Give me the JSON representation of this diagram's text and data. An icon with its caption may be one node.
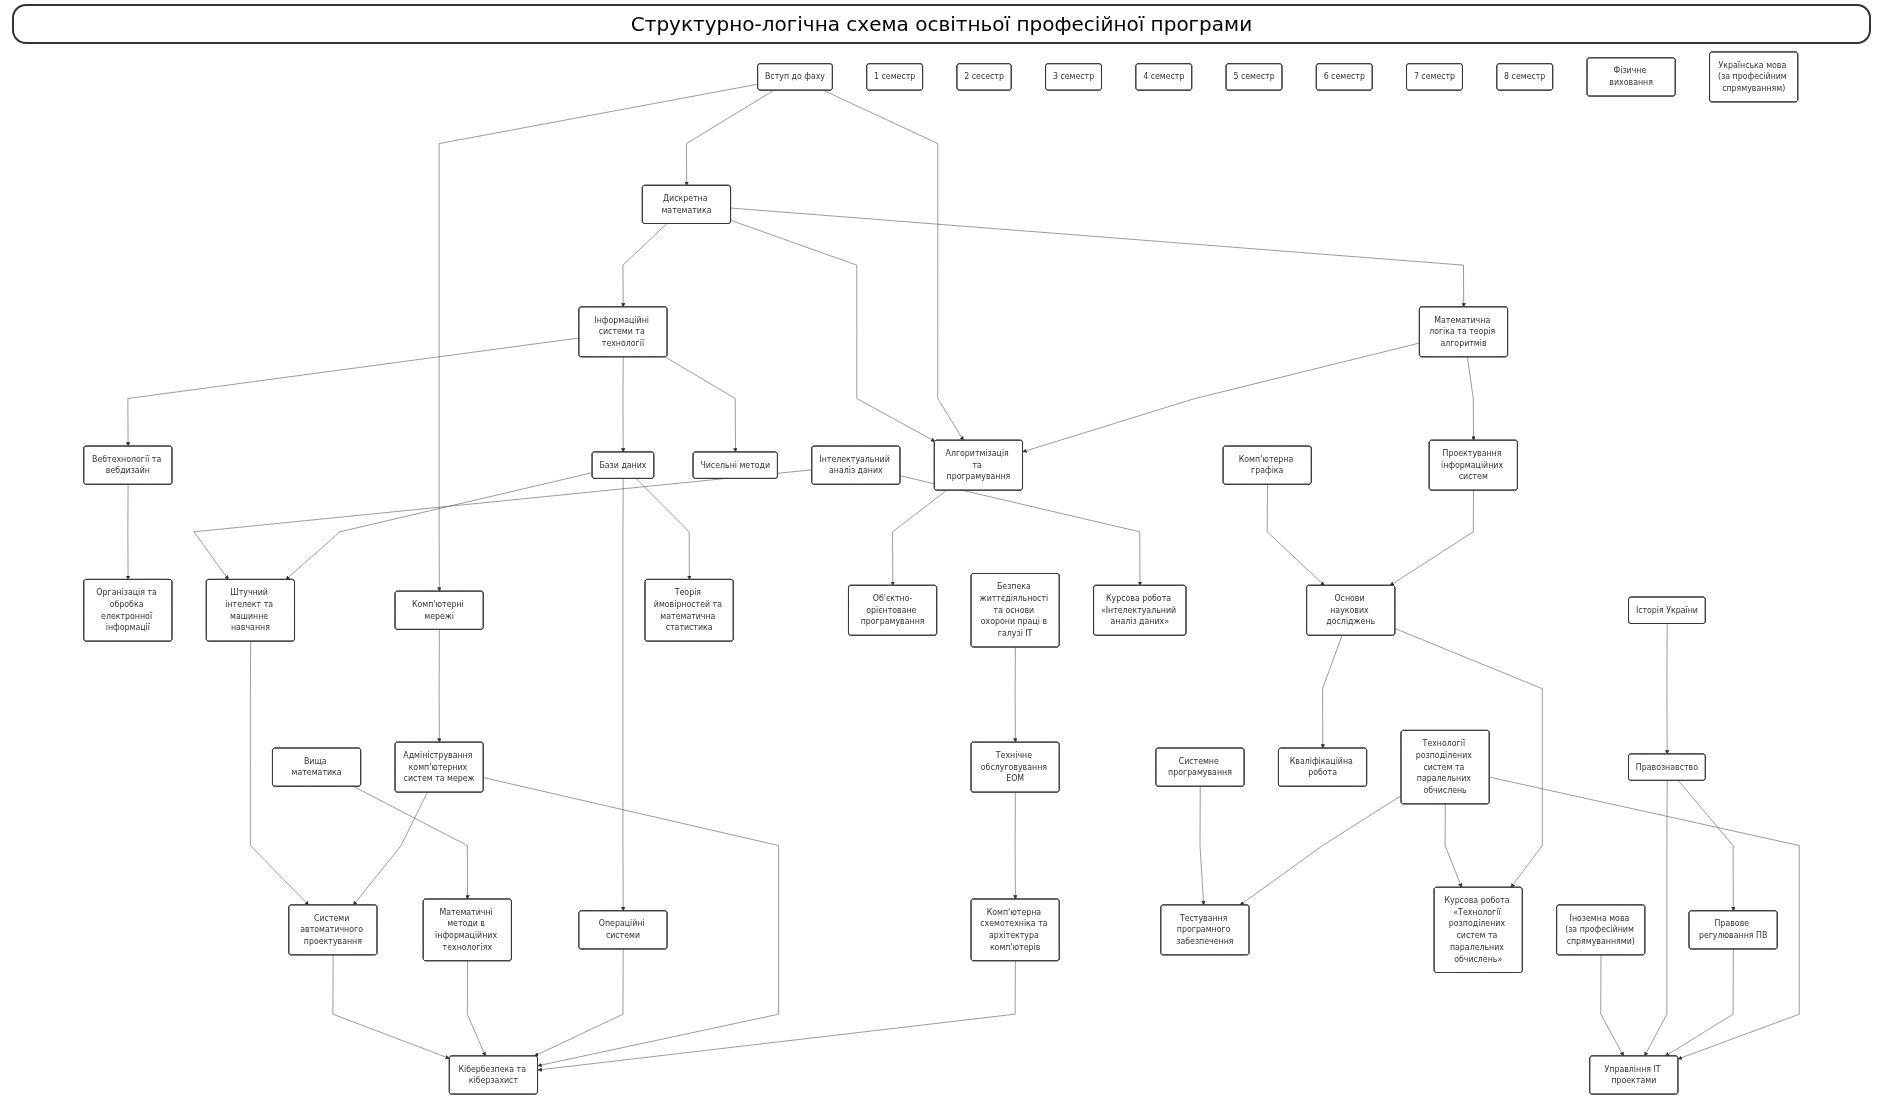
{
  "diagram": {
    "title": "Структурно-логічна схема освітньої професійної програми",
    "nodes": [
      {
        "text": [
          "1 семестр"
        ]
      },
      {
        "text": [
          "2 сесестр"
        ]
      },
      {
        "text": [
          "3 семестр"
        ]
      },
      {
        "text": [
          "4 семестр"
        ]
      },
      {
        "text": [
          "5 семестр"
        ]
      },
      {
        "text": [
          "6 семестр"
        ]
      },
      {
        "text": [
          "7 семестр"
        ]
      },
      {
        "text": [
          "8 семестр"
        ]
      },
      {
        "text": [
          "Іноземна мова (за професійним спрямуваннями)"
        ]
      },
      {
        "text": [
          "Вища математика"
        ]
      },
      {
        "text": [
          "Фізичне виховання"
        ]
      },
      {
        "text": [
          "Вебтехнології та вебдизайн"
        ]
      },
      {
        "text": [
          "Організація та обробка електронної інформації"
        ]
      },
      {
        "text": [
          "Математичні методи в інформаційних технологіях"
        ]
      },
      {
        "text": [
          "Системне програмування"
        ]
      },
      {
        "text": [
          "Управління ІТ проектами"
        ]
      },
      {
        "text": [
          "Історія України"
        ]
      },
      {
        "text": [
          "Правознавство"
        ]
      },
      {
        "text": [
          "Правове регулювання ПВ"
        ]
      },
      {
        "text": [
          "Інтелектуальний аналіз даних"
        ]
      },
      {
        "text": [
          "Штучний інтелект та машинне навчання"
        ]
      },
      {
        "text": [
          "Системи автоматичного проектування"
        ]
      },
      {
        "text": [
          "Інформаційні системи та технології"
        ]
      },
      {
        "text": [
          "Бази даних"
        ]
      },
      {
        "text": [
          "Вступ до фаху"
        ]
      },
      {
        "text": [
          "Українська мова (за професійним спрямуванням)"
        ]
      },
      {
        "text": [
          "Безпека життєдіяльності та основи охорони праці в галузі ІТ"
        ]
      },
      {
        "text": [
          "Операційні системи"
        ]
      },
      {
        "text": [
          "Адміністрування комп'ютерних систем та мереж"
        ]
      },
      {
        "text": [
          "Технології розподілених систем та паралельних обчислень"
        ]
      },
      {
        "text": [
          "Тестування програмного забезпечення"
        ]
      },
      {
        "text": [
          "Дискретна математика"
        ]
      },
      {
        "text": [
          "Чисельні методи"
        ]
      },
      {
        "text": [
          "Теорія ймовірностей та математична статистика"
        ]
      },
      {
        "text": [
          "Технічне обслуговування ЕОМ"
        ]
      },
      {
        "text": [
          "Об'єктно-орієнтоване програмування"
        ]
      },
      {
        "text": [
          "Курсова робота «Технології розподілених систем та паралельних обчислень»"
        ]
      },
      {
        "text": [
          "Кібербезпека та кіберзахист"
        ]
      },
      {
        "text": [
          "Комп'ютерна схемотехніка та архітектура комп'ютерів"
        ]
      },
      {
        "text": [
          "Математична логіка та теорія алгоритмів"
        ]
      },
      {
        "text": [
          "Алгоритмізація та програмування"
        ]
      },
      {
        "text": [
          "Комп'ютерні мережі"
        ]
      },
      {
        "text": [
          "Кваліфікаційна робота"
        ]
      },
      {
        "text": [
          "Проектування інформаційних систем"
        ]
      },
      {
        "text": [
          "Курсова робота «Інтелектуальний аналіз даних»"
        ]
      },
      {
        "text": [
          "Основи наукових досліджень"
        ]
      },
      {
        "text": [
          "Комп'ютерна графіка"
        ]
      }
    ],
    "edges": [
      {
        "from": 8,
        "to": 15,
        "arrow": "to"
      },
      {
        "from": 9,
        "to": 13,
        "arrow": "to"
      },
      {
        "from": 16,
        "to": 17,
        "arrow": "to"
      },
      {
        "from": 17,
        "to": 15,
        "arrow": "to"
      },
      {
        "from": 17,
        "to": 18,
        "arrow": "to"
      },
      {
        "from": 11,
        "to": 12,
        "arrow": "to"
      },
      {
        "from": 22,
        "to": 11,
        "arrow": "to"
      },
      {
        "from": 22,
        "to": 23,
        "arrow": "to"
      },
      {
        "from": 22,
        "to": 32,
        "arrow": "to"
      },
      {
        "from": 24,
        "to": 31,
        "arrow": "to"
      },
      {
        "from": 31,
        "to": 22,
        "arrow": "to"
      },
      {
        "from": 31,
        "to": 39,
        "arrow": "to"
      },
      {
        "from": 31,
        "to": 40,
        "arrow": "to"
      },
      {
        "from": 24,
        "to": 40,
        "arrow": "to"
      },
      {
        "from": 39,
        "to": 40,
        "arrow": "to"
      },
      {
        "from": 39,
        "to": 43,
        "arrow": "to"
      },
      {
        "from": 24,
        "to": 41,
        "arrow": "to"
      },
      {
        "from": 40,
        "to": 35,
        "arrow": "to"
      },
      {
        "from": 18,
        "to": 15,
        "arrow": "to"
      },
      {
        "from": 19,
        "to": 20,
        "arrow": "to"
      },
      {
        "from": 19,
        "to": 44,
        "arrow": "to"
      },
      {
        "from": 23,
        "to": 20,
        "arrow": "to"
      },
      {
        "from": 23,
        "to": 27,
        "arrow": "to"
      },
      {
        "from": 23,
        "to": 33,
        "arrow": "to"
      },
      {
        "from": 20,
        "to": 21,
        "arrow": "to"
      },
      {
        "from": 21,
        "to": 37,
        "arrow": "to"
      },
      {
        "from": 14,
        "to": 30,
        "arrow": "to"
      },
      {
        "from": 13,
        "to": 37,
        "arrow": "to"
      },
      {
        "from": 26,
        "to": 34,
        "arrow": "to"
      },
      {
        "from": 27,
        "to": 37,
        "arrow": "to"
      },
      {
        "from": 28,
        "to": 37,
        "arrow": "to"
      },
      {
        "from": 28,
        "to": 21,
        "arrow": "to"
      },
      {
        "from": 29,
        "to": 30,
        "arrow": "to"
      },
      {
        "from": 29,
        "to": 36,
        "arrow": "to"
      },
      {
        "from": 29,
        "to": 15,
        "arrow": "to"
      },
      {
        "from": 38,
        "to": 37,
        "arrow": "to"
      },
      {
        "from": 41,
        "to": 28,
        "arrow": "to"
      },
      {
        "from": 34,
        "to": 38,
        "arrow": "to"
      },
      {
        "from": 46,
        "to": 45,
        "arrow": "to"
      },
      {
        "from": 43,
        "to": 45,
        "arrow": "to"
      },
      {
        "from": 45,
        "to": 36,
        "arrow": "to"
      },
      {
        "from": 45,
        "to": 42,
        "arrow": "to"
      }
    ]
  }
}
